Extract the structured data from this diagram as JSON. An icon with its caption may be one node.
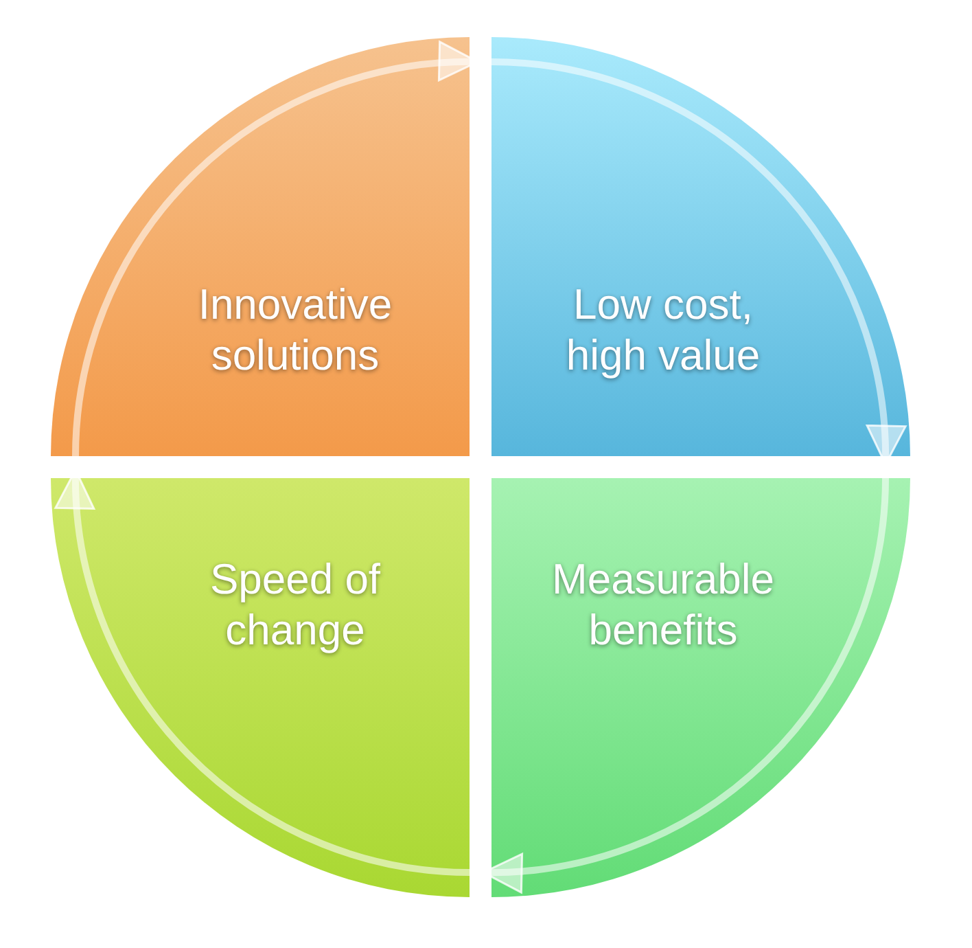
{
  "diagram": {
    "nodes": [
      {
        "text": [
          "Innovative solutions"
        ]
      },
      {
        "text": [
          "Low cost, high value"
        ]
      },
      {
        "text": [
          "Measurable benefits"
        ]
      },
      {
        "text": [
          "Speed of change"
        ]
      }
    ],
    "edges": [
      {
        "from": 0,
        "to": 1,
        "arrow": "to"
      },
      {
        "from": 1,
        "to": 2,
        "arrow": "to"
      },
      {
        "from": 2,
        "to": 3,
        "arrow": "to"
      },
      {
        "from": 3,
        "to": 0,
        "arrow": "to"
      }
    ]
  }
}
